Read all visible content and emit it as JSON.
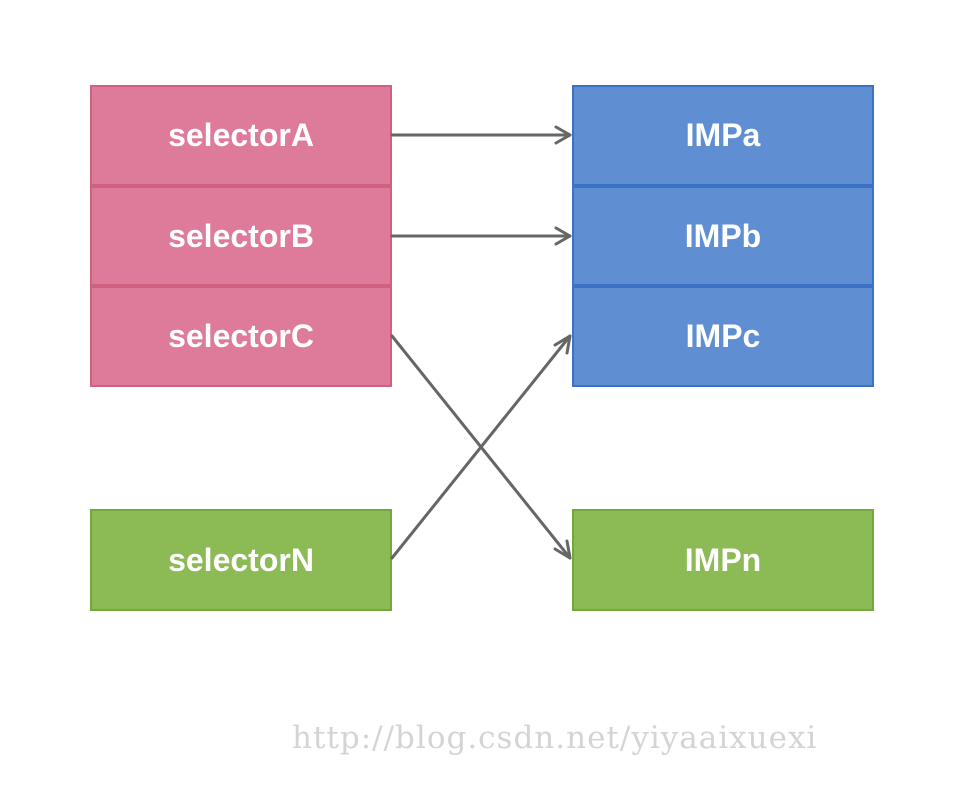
{
  "selectors": {
    "a": "selectorA",
    "b": "selectorB",
    "c": "selectorC",
    "n": "selectorN"
  },
  "imps": {
    "a": "IMPa",
    "b": "IMPb",
    "c": "IMPc",
    "n": "IMPn"
  },
  "mappings": [
    {
      "from": "selectorA",
      "to": "IMPa"
    },
    {
      "from": "selectorB",
      "to": "IMPb"
    },
    {
      "from": "selectorC",
      "to": "IMPn"
    },
    {
      "from": "selectorN",
      "to": "IMPc"
    }
  ],
  "colors": {
    "selector_fill": "#de7a9a",
    "imp_fill": "#5f8fd2",
    "extra_fill": "#8cba55",
    "arrow": "#666666",
    "text": "#ffffff"
  },
  "watermark": "http://blog.csdn.net/yiyaaixuexi"
}
